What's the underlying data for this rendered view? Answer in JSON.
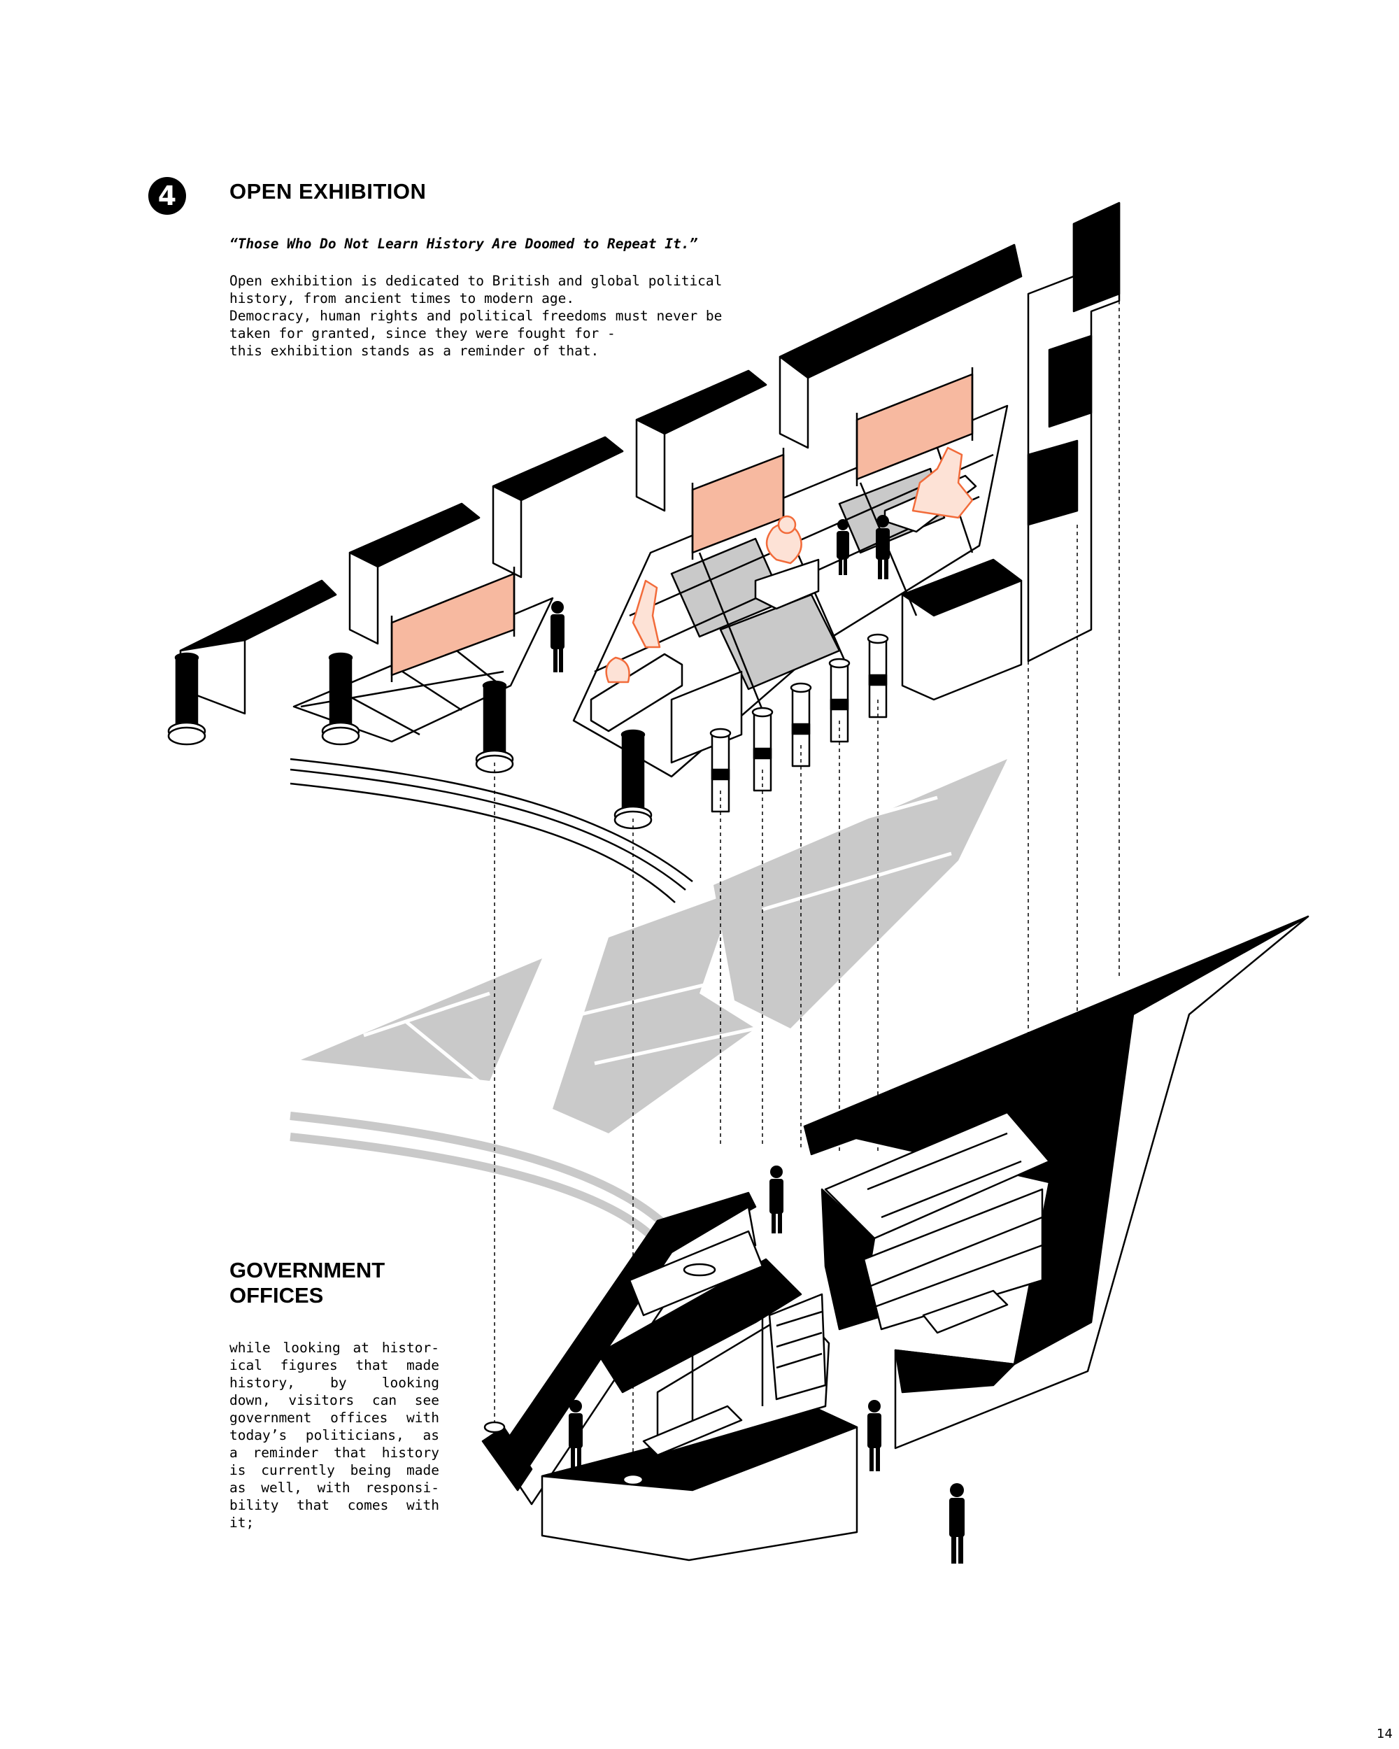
{
  "section": {
    "number": "4",
    "title": "OPEN EXHIBITION",
    "quote": "“Those Who Do Not Learn History Are Doomed to Repeat It.”",
    "body_lines": [
      "Open exhibition is dedicated to British and global political",
      "history, from ancient times to modern age.",
      "Democracy, human rights and political freedoms must never be",
      "taken for granted, since they were fought for -",
      "this exhibition stands as a reminder of that."
    ]
  },
  "offices": {
    "title_lines": [
      "GOVERNMENT",
      "OFFICES"
    ],
    "body_lines": [
      "while looking at histor-",
      "ical figures that made",
      "history, by looking",
      "down, visitors can see",
      "government offices with",
      "today’s politicians, as",
      "a reminder that history",
      "is currently being made",
      "as well, with responsi-",
      "bility that comes with",
      "it;"
    ]
  },
  "page_number": "14",
  "colors": {
    "accent": "#f26b3a",
    "panel": "#f7b9a0",
    "floor": "#c9c9c9",
    "ink": "#000000"
  }
}
